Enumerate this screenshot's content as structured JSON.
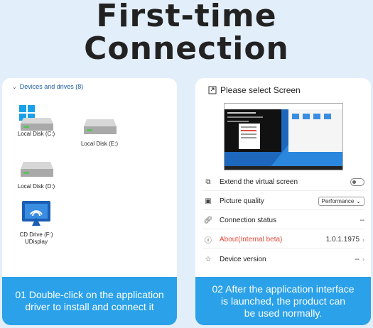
{
  "headline": "First-time Connection",
  "explorer": {
    "section_label": "Devices and drives (8)",
    "drives": [
      {
        "label": "Local Disk (C:)",
        "icon": "hard-drive-windows-icon"
      },
      {
        "label": "Local Disk (E:)",
        "icon": "hard-drive-icon"
      },
      {
        "label": "Local Disk (D:)",
        "icon": "hard-drive-icon"
      },
      {
        "label": "CD Drive (F:)",
        "sublabel": "UDisplay",
        "icon": "screen-cast-icon"
      }
    ]
  },
  "app": {
    "select_title": "Please select Screen",
    "settings": {
      "extend": {
        "label": "Extend the virtual screen",
        "icon": "extend-screen-icon"
      },
      "quality": {
        "label": "Picture quality",
        "value": "Performance",
        "icon": "picture-icon"
      },
      "connection": {
        "label": "Connection status",
        "value": "--",
        "icon": "link-icon"
      },
      "about": {
        "label": "About(Internal beta)",
        "value": "1.0.1.1975",
        "icon": "info-icon"
      },
      "device": {
        "label": "Device version",
        "value": "--",
        "icon": "star-icon"
      }
    }
  },
  "steps": [
    {
      "line1": "01 Double-click on the application",
      "line2": "driver to install and connect it"
    },
    {
      "line1": "02 After the application interface",
      "line2": "is launched, the product can",
      "line3": "be used normally."
    }
  ],
  "colors": {
    "banner": "#2aa1e8",
    "background": "#e3eefb",
    "accent_red": "#e24b3b"
  }
}
